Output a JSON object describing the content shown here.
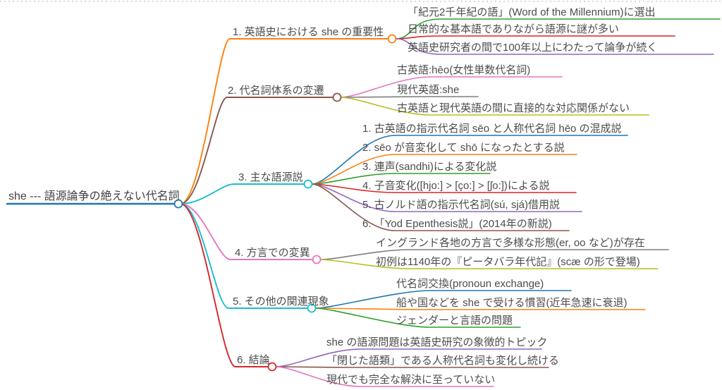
{
  "mindmap": {
    "root": {
      "label": "she --- 語源論争の絶えない代名詞",
      "color": "#1f77b4"
    },
    "branches": [
      {
        "label": "1. 英語史における she の重要性",
        "color": "#ff7f0e",
        "children": [
          {
            "label": "「紀元2千年紀の語」(Word of the Millennium)に選出",
            "color": "#2ca02c"
          },
          {
            "label": "日常的な基本語でありながら語源に謎が多い",
            "color": "#d62728"
          },
          {
            "label": "英語史研究者の間で100年以上にわたって論争が続く",
            "color": "#9467bd"
          }
        ]
      },
      {
        "label": "2. 代名詞体系の変遷",
        "color": "#8c564b",
        "children": [
          {
            "label": "古英語:hēo(女性単数代名詞)",
            "color": "#e377c2"
          },
          {
            "label": "現代英語:she",
            "color": "#7f7f7f"
          },
          {
            "label": "古英語と現代英語の間に直接的な対応関係がない",
            "color": "#bcbd22"
          }
        ]
      },
      {
        "label": "3. 主な語源説",
        "color": "#17becf",
        "children": [
          {
            "label": "1. 古英語の指示代名詞 sēo と人称代名詞 hēo の混成説",
            "color": "#1f77b4"
          },
          {
            "label": "2. sēo が音変化して shō になったとする説",
            "color": "#ff7f0e"
          },
          {
            "label": "3. 連声(sandhi)による変化説",
            "color": "#2ca02c"
          },
          {
            "label": "4. 子音変化([hjo:] > [ço:] > [ʃo:])による説",
            "color": "#d62728"
          },
          {
            "label": "5. 古ノルド語の指示代名詞(sú, sjá)借用説",
            "color": "#9467bd"
          },
          {
            "label": "6. 「Yod Epenthesis説」(2014年の新説)",
            "color": "#8c564b"
          }
        ]
      },
      {
        "label": "4. 方言での変異",
        "color": "#e377c2",
        "children": [
          {
            "label": "イングランド各地の方言で多様な形態(er, oo など)が存在",
            "color": "#7f7f7f"
          },
          {
            "label": "初例は1140年の『ピータバラ年代記』(scæ の形で登場)",
            "color": "#bcbd22"
          }
        ]
      },
      {
        "label": "5. その他の関連現象",
        "color": "#17becf",
        "children": [
          {
            "label": "代名詞交換(pronoun exchange)",
            "color": "#1f77b4"
          },
          {
            "label": "船や国などを she で受ける慣習(近年急速に衰退)",
            "color": "#ff7f0e"
          },
          {
            "label": "ジェンダーと言語の問題",
            "color": "#2ca02c"
          }
        ]
      },
      {
        "label": "6. 結論",
        "color": "#d62728",
        "children": [
          {
            "label": "she の語源問題は英語史研究の象徴的トピック",
            "color": "#9467bd"
          },
          {
            "label": "「閉じた語類」である人称代名詞も変化し続ける",
            "color": "#8c564b"
          },
          {
            "label": "現代でも完全な解決に至っていない",
            "color": "#e377c2"
          }
        ]
      }
    ],
    "border_color": "#cccccc"
  }
}
